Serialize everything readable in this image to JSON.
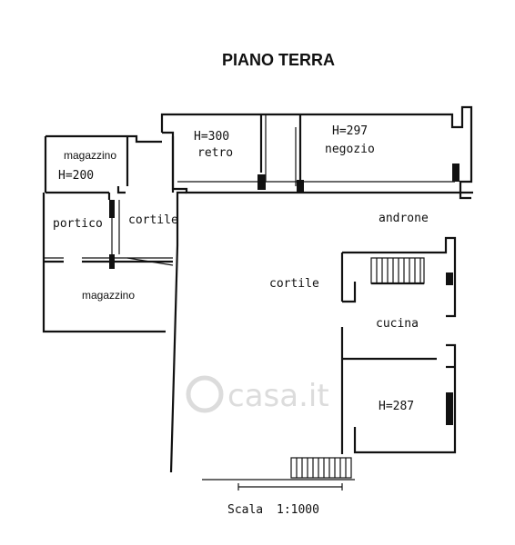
{
  "title": "PIANO TERRA",
  "scale_label": "Scala",
  "scale_value": "1:1000",
  "watermark": "casa.it",
  "rooms": {
    "retro_height": "H=300",
    "retro_name": "retro",
    "negozio_height": "H=297",
    "negozio_name": "negozio",
    "magazzino_top_name": "magazzino",
    "magazzino_top_height": "H=200",
    "portico": "portico",
    "cortile_small": "cortile",
    "magazzino_bottom": "magazzino",
    "androne": "androne",
    "cortile_main": "cortile",
    "cucina": "cucina",
    "kitchen_height": "H=287"
  }
}
